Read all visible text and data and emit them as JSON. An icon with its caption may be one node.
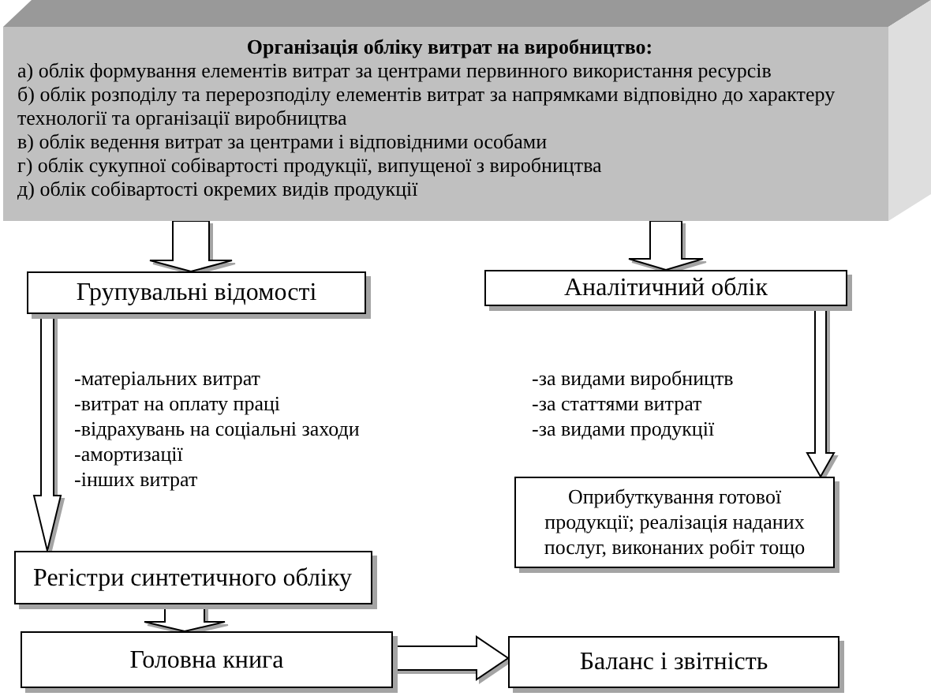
{
  "diagram": {
    "nodes": [
      {
        "text": [
          "Організація обліку витрат на виробництво:",
          "а) облік формування елементів витрат за центрами первинного використання ресурсів",
          "б) облік розподілу та перерозподілу елементів витрат за напрямками відповідно до характеру технології та організації виробництва",
          "в) облік ведення витрат за центрами і відповідними особами",
          "г) облік сукупної собівартості продукції, випущеної з виробництва",
          "д) облік собівартості окремих видів продукції"
        ]
      },
      {
        "text": [
          "Групувальні відомості"
        ]
      },
      {
        "text": [
          "Аналітичний облік"
        ]
      },
      {
        "text": [
          "Оприбуткування готової продукції; реалізація наданих послуг, виконаних робіт тощо"
        ]
      },
      {
        "text": [
          "Регістри синтетичного обліку"
        ]
      },
      {
        "text": [
          "Головна книга"
        ]
      },
      {
        "text": [
          "Баланс і звітність"
        ]
      }
    ],
    "edges": [
      {
        "from": 0,
        "to": 1,
        "arrow": "to"
      },
      {
        "from": 0,
        "to": 2,
        "arrow": "to"
      },
      {
        "from": 1,
        "to": 4,
        "arrow": "to"
      },
      {
        "from": 2,
        "to": 3,
        "arrow": "to"
      },
      {
        "from": 4,
        "to": 5,
        "arrow": "to"
      },
      {
        "from": 5,
        "to": 6,
        "arrow": "to"
      }
    ],
    "labels": [
      "-матеріальних витрат",
      "-витрат на оплату праці",
      "-відрахувань на соціальні заходи",
      "-амортизації",
      "-інших витрат",
      "-за видами виробництв",
      "-за статтями витрат",
      "-за видами продукції"
    ]
  }
}
